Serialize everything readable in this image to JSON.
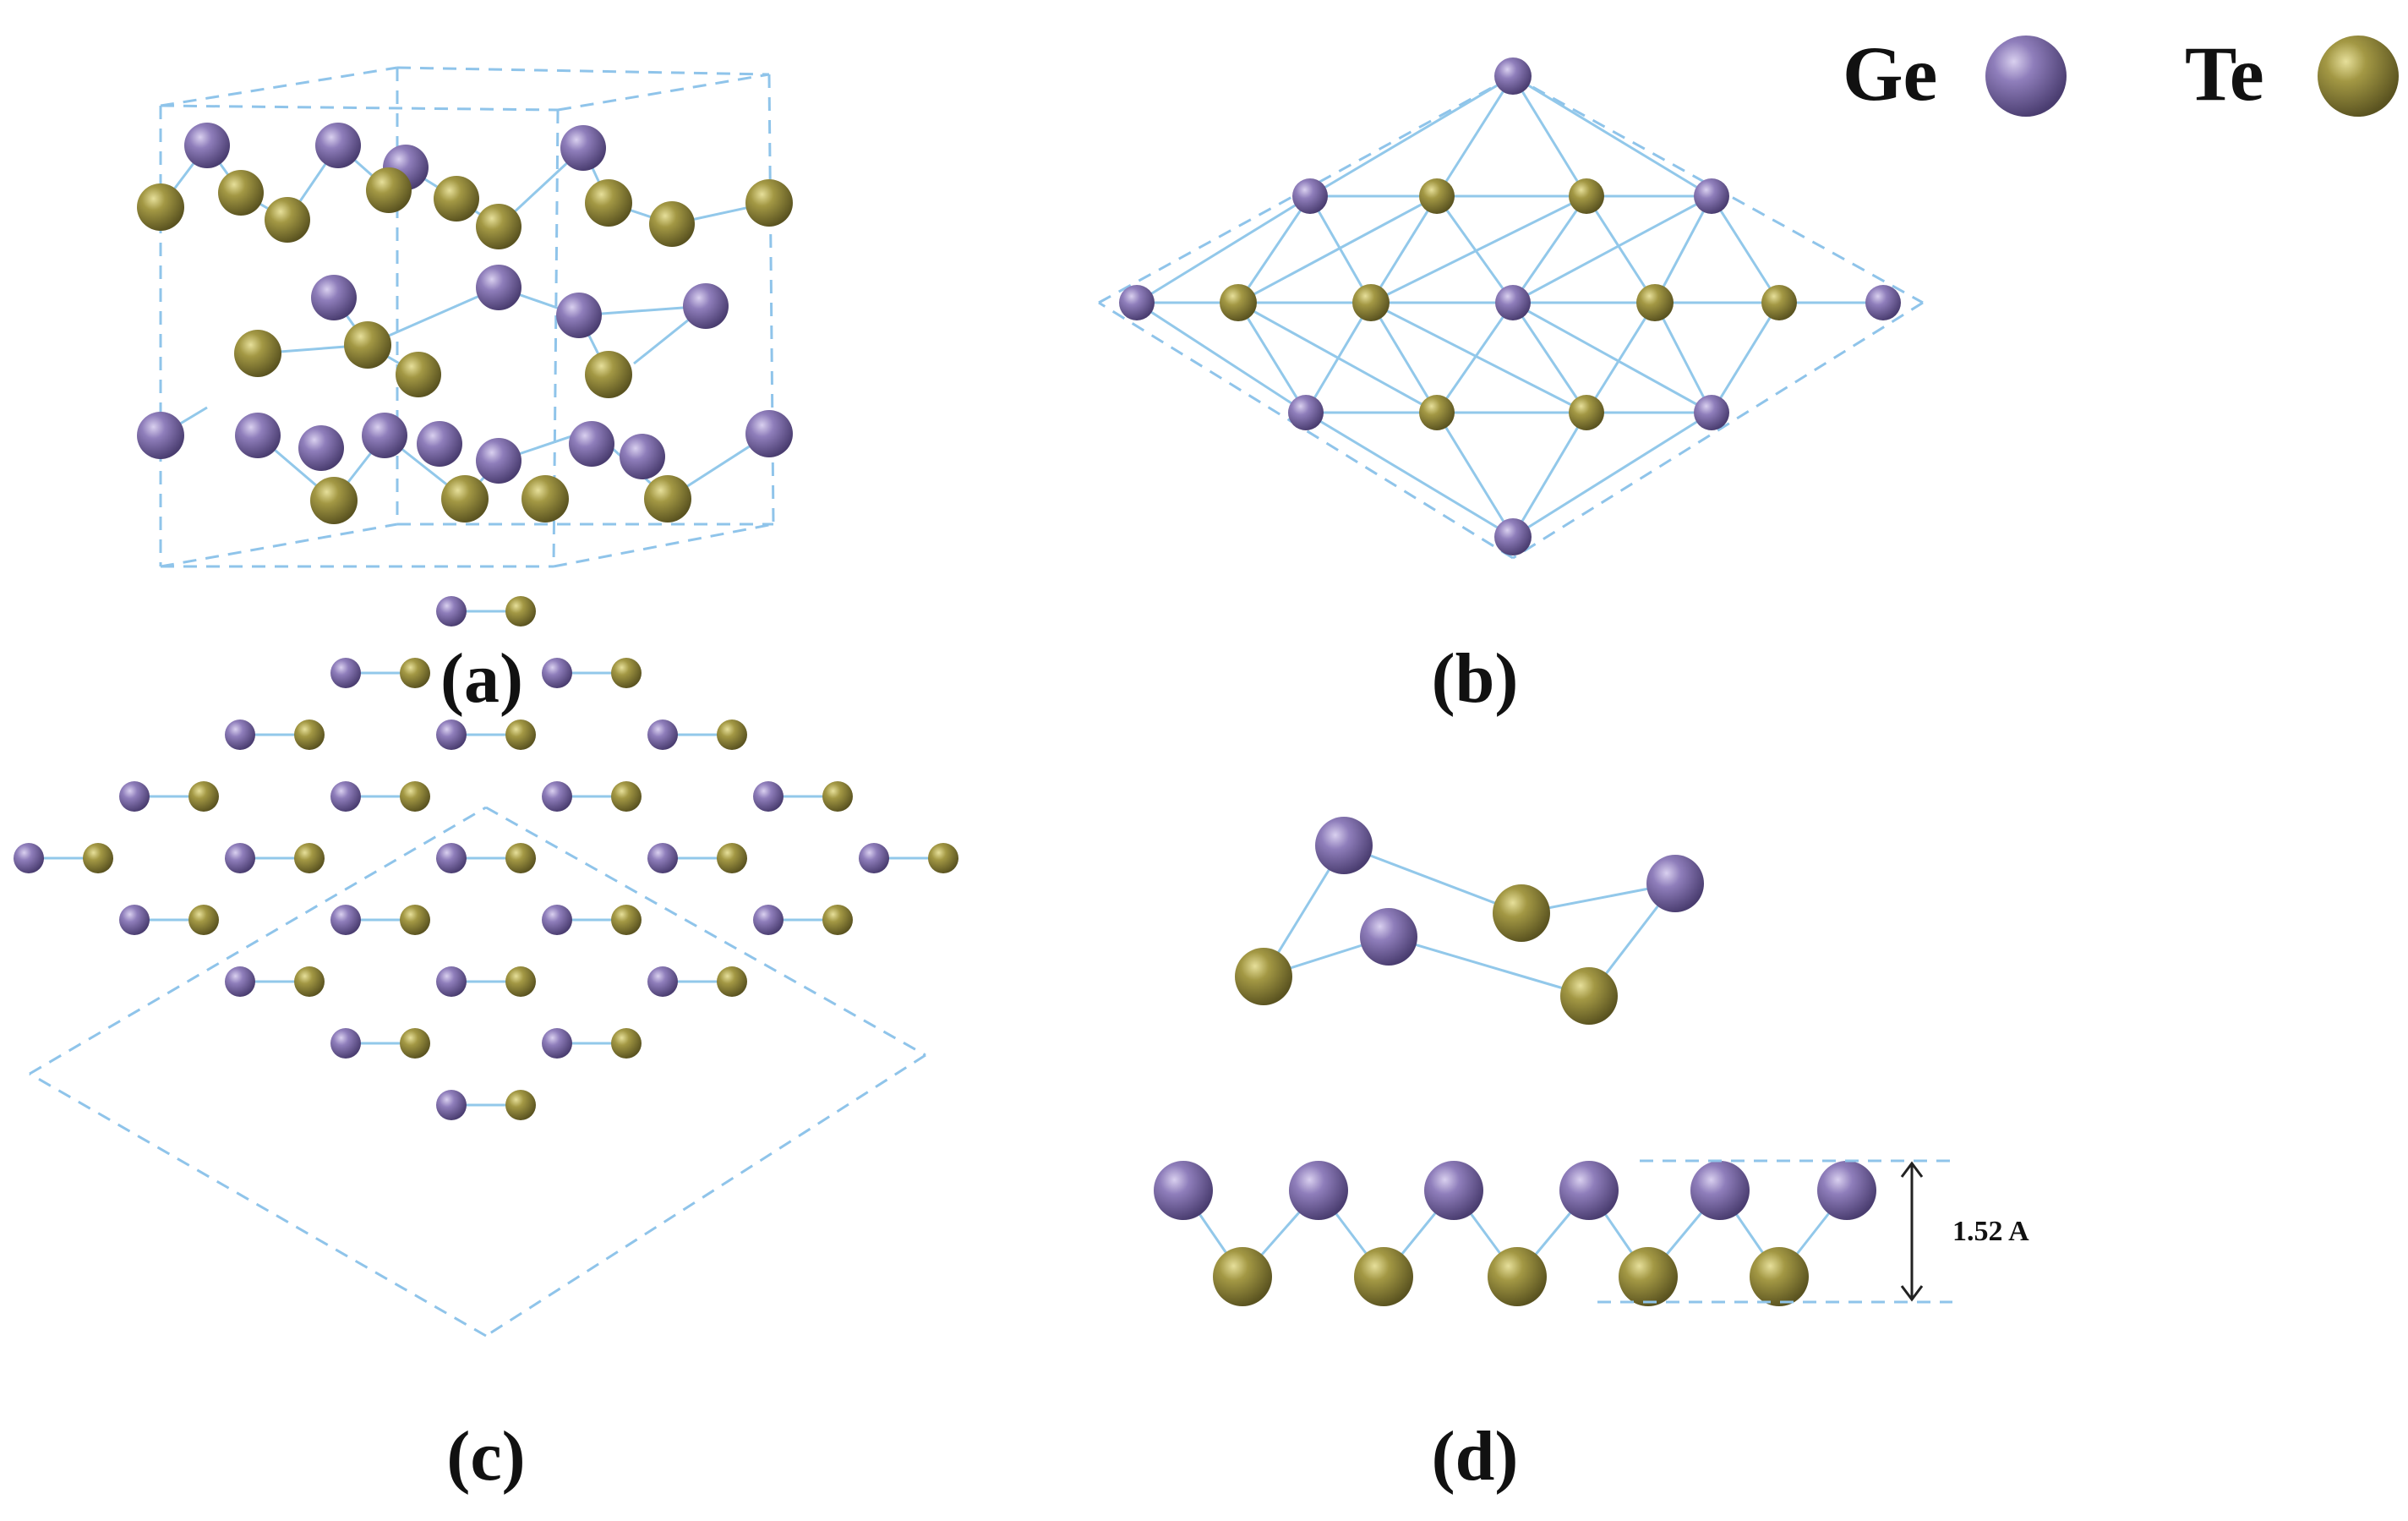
{
  "legend": {
    "ge_label": "Ge",
    "te_label": "Te"
  },
  "panels": {
    "a_label": "(a)",
    "b_label": "(b)",
    "c_label": "(c)",
    "d_label": "(d)"
  },
  "annotation": {
    "thickness_label": "1.52 A"
  },
  "colors": {
    "ge_atom": "#7d6aa6",
    "te_atom": "#8d8236",
    "bond": "#92c8ea",
    "cell_edge": "#8fc4ea"
  }
}
